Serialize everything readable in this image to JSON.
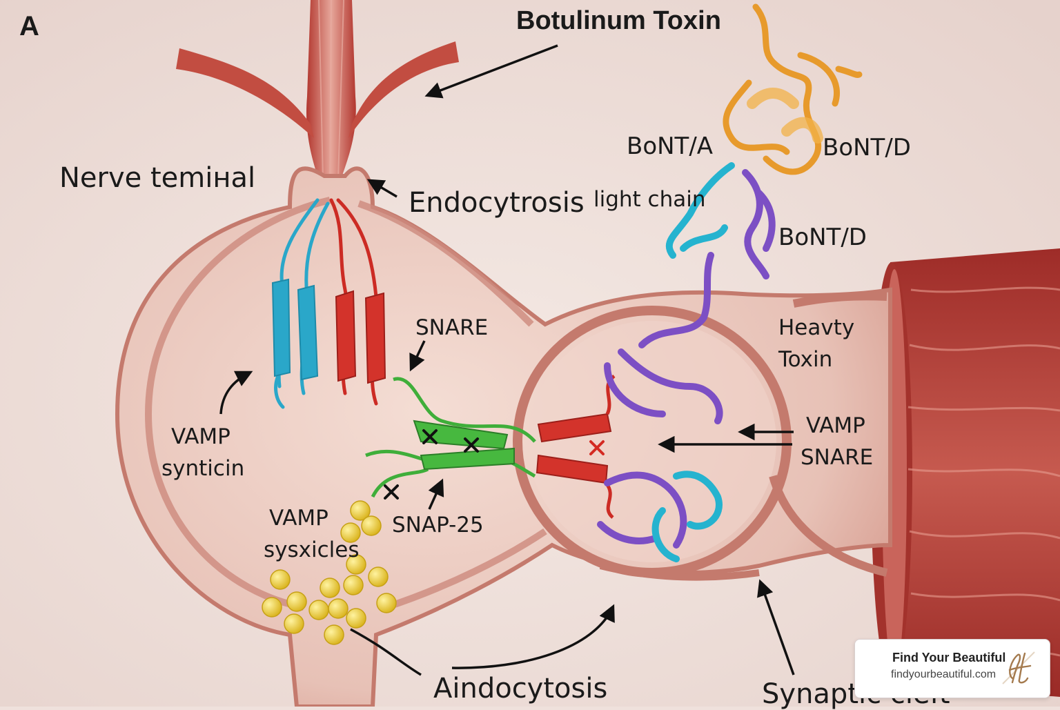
{
  "panel_letter": "A",
  "labels": {
    "botulinum_toxin": "Botulinum Toxin",
    "nerve_terminal": "Nerve temінal",
    "endocytosis": "Endocytrosis",
    "bont_a": "BoNT/A",
    "bont_d_top": "BoNT/D",
    "light_chain": "light chain",
    "bont_d_mid": "BoNT/D",
    "snare": "SNARE",
    "heavy_line1": "Heavty",
    "heavy_line2": "Toxin",
    "vamp_snare_line1": "VAMP",
    "vamp_snare_line2": "SNARE",
    "vamp_synticin_line1": "VAMP",
    "vamp_synticin_line2": "synticin",
    "vamp_sysicles_line1": "VAMP",
    "vamp_sysicles_line2": "sysxicles",
    "snap25": "SNAP-25",
    "aindocytosis": "Aindocytosis",
    "synaptic_cleft": "Synaptic cleft"
  },
  "watermark": {
    "title": "Find Your Beautiful",
    "url": "findyourbeautiful.com"
  },
  "colors": {
    "background": "#efe1dc",
    "terminal_fill": "#e6c2b8",
    "membrane": "#c9867a",
    "muscle": "#b8433c",
    "vamp_blue": "#2aa7c9",
    "red_strand": "#cc2b24",
    "snap_green": "#3fae3a",
    "toxin_orange": "#e79a2c",
    "toxin_purple": "#7c4fc4",
    "toxin_cyan": "#25b3cf",
    "vesicle_yellow": "#f0d23a"
  }
}
